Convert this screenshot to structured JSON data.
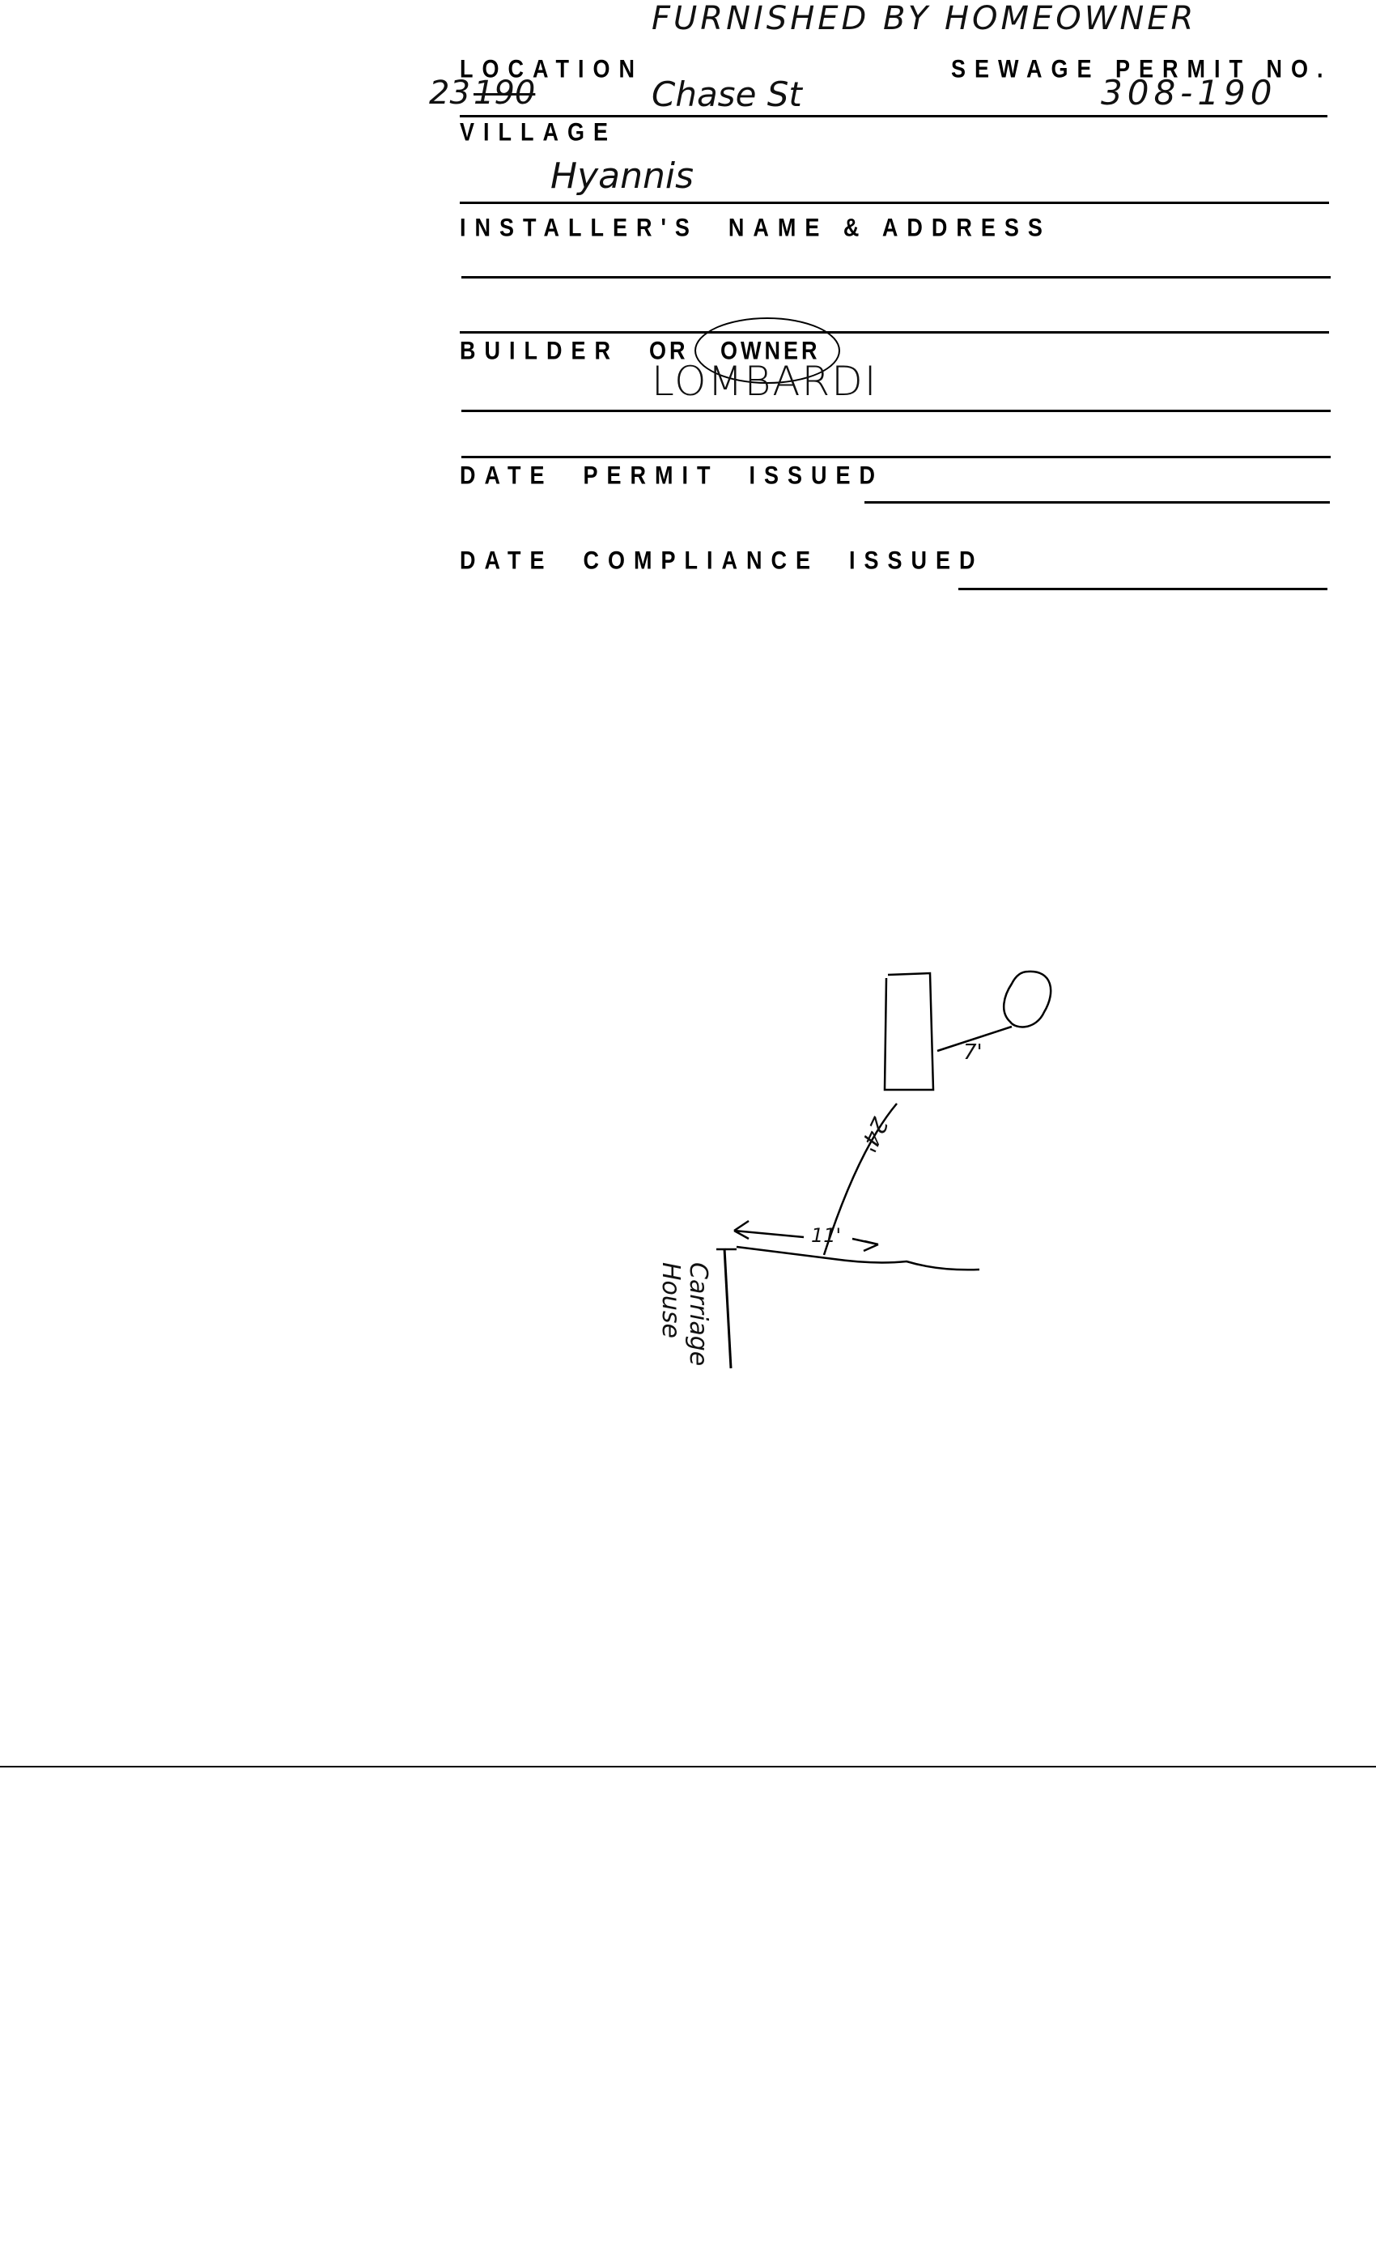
{
  "header_note": "FURNISHED BY HOMEOWNER",
  "form": {
    "location_label": "LOCATION",
    "location_value_number": "23",
    "location_value_struck": "190",
    "location_value_street": "Chase St",
    "permit_label": "SEWAGE PERMIT NO.",
    "permit_value": "308-190",
    "village_label": "VILLAGE",
    "village_value": "Hyannis",
    "installer_label": "INSTALLER'S  NAME & ADDRESS",
    "builder_label": "BUILDER",
    "or_label": "OR",
    "owner_label": "OWNER",
    "owner_value": "LOMBARDI",
    "date_permit_label": "DATE  PERMIT  ISSUED",
    "date_compliance_label": "DATE  COMPLIANCE  ISSUED"
  },
  "sketch": {
    "distance_tank_to_pool": "7'",
    "distance_pipe": "24'",
    "distance_from_house": "11'",
    "building_label": "Carriage House"
  }
}
